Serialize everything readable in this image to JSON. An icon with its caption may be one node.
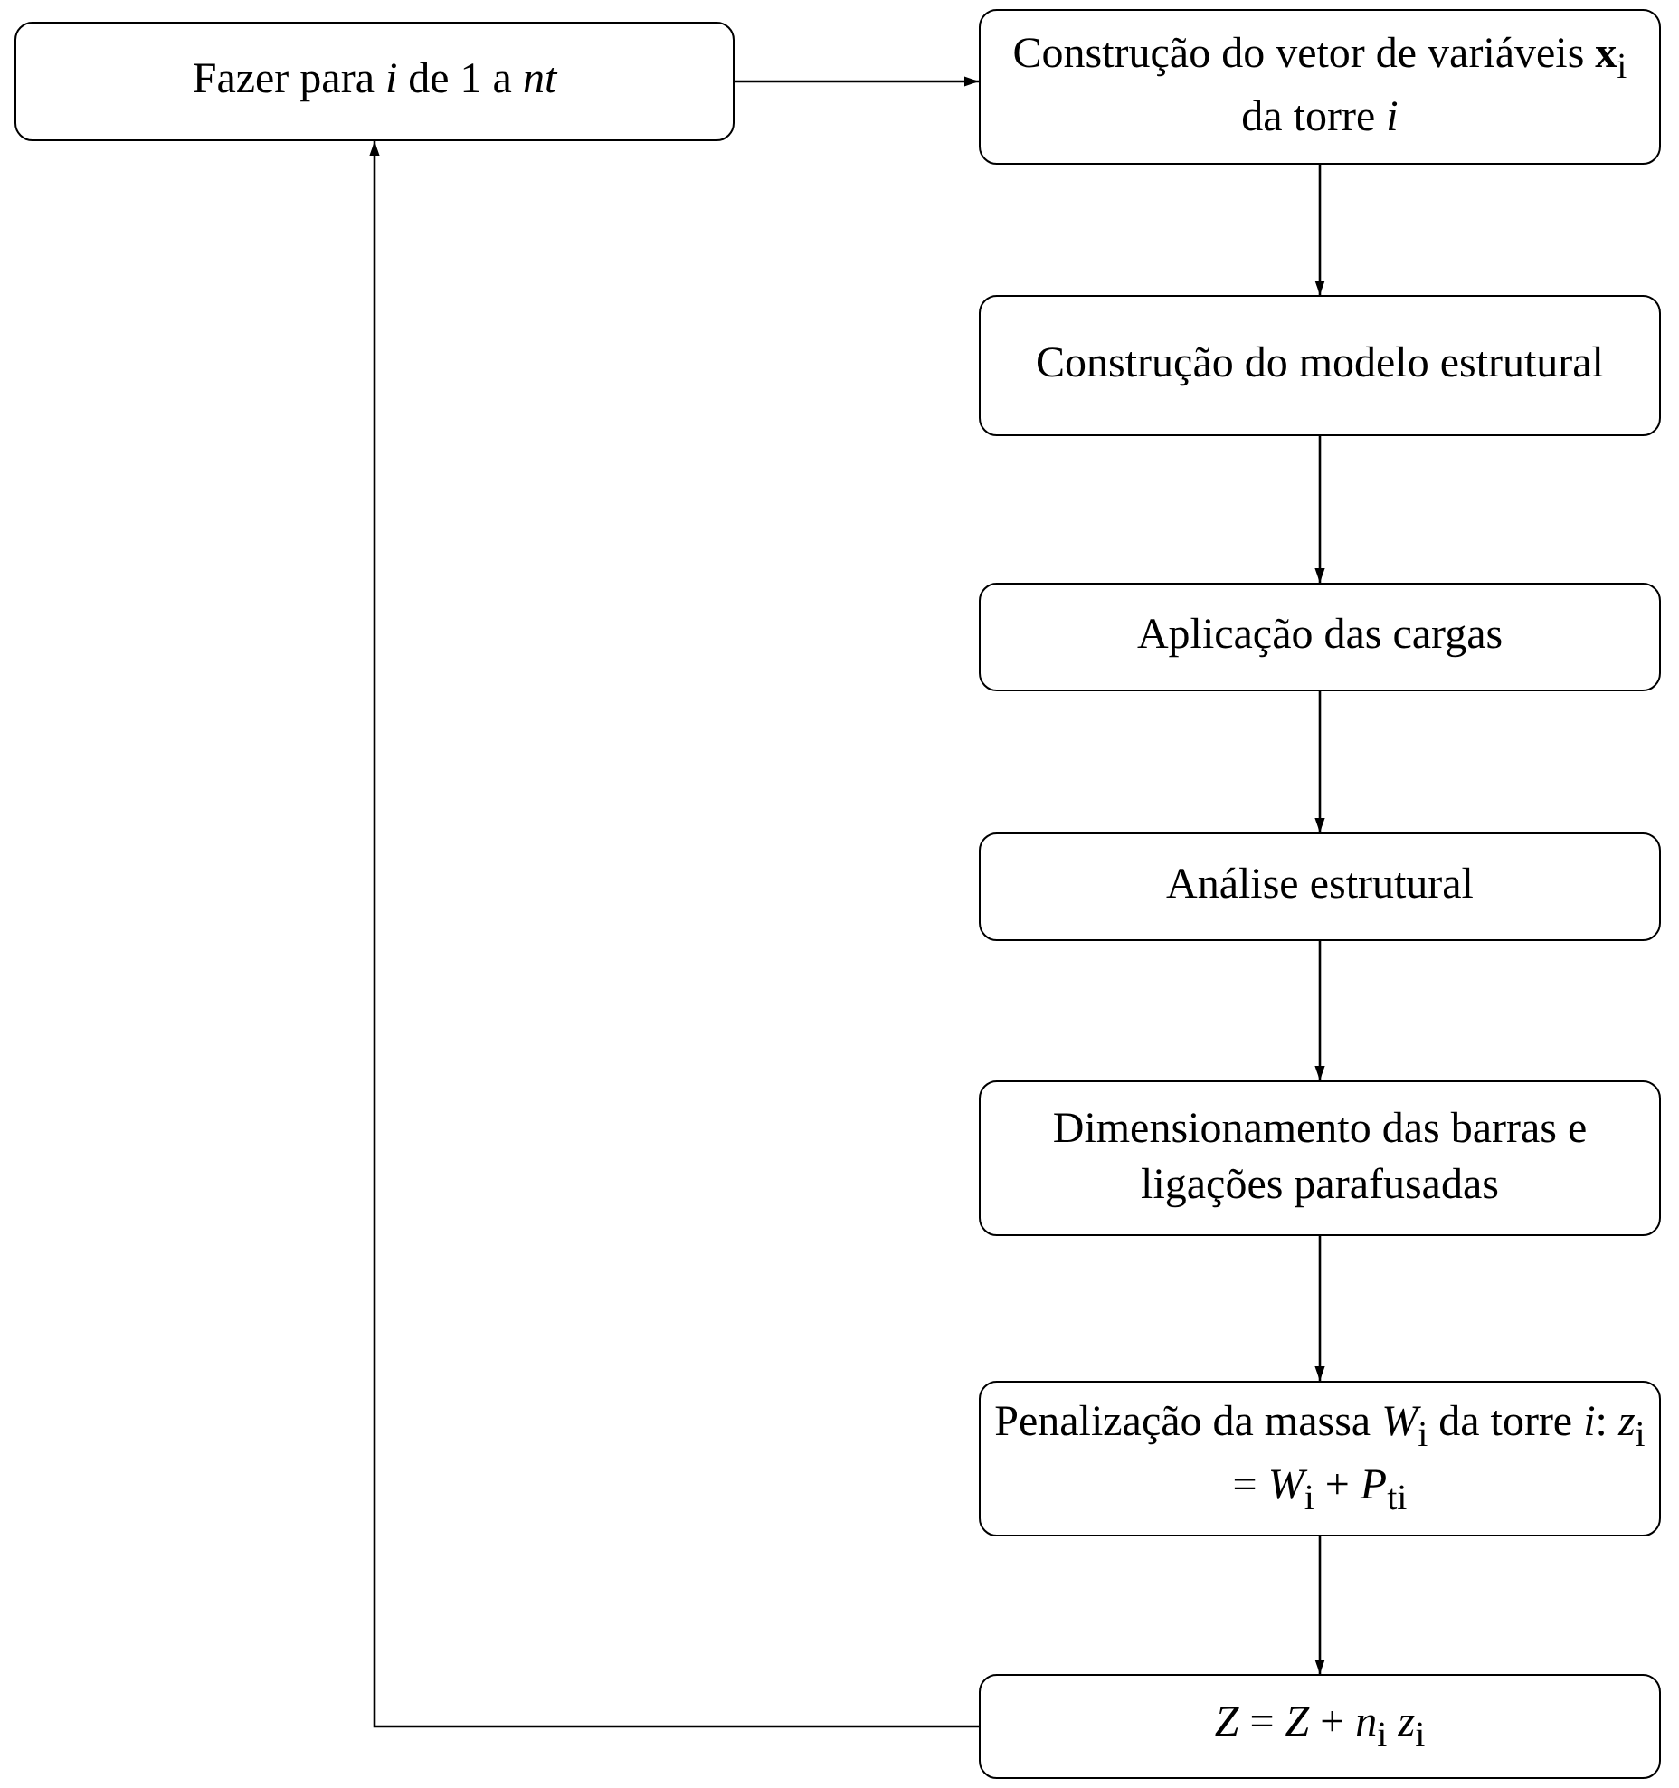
{
  "diagram": {
    "nodes": [
      {
        "text": [
          "Fazer para *i* de 1 a *nt*"
        ]
      },
      {
        "text": [
          "Construção do vetor de variáveis **x**$_{i}$ da torre *i*"
        ]
      },
      {
        "text": [
          "Construção do modelo estrutural"
        ]
      },
      {
        "text": [
          "Aplicação das cargas"
        ]
      },
      {
        "text": [
          "Análise estrutural"
        ]
      },
      {
        "text": [
          "Dimensionamento das barras e ligações parafusadas"
        ]
      },
      {
        "text": [
          "Penalização da massa *W*$_{i}$ da torre *i*: *z*$_{i}$ = *W*$_{i}$ + *P*$_{ti}$"
        ]
      },
      {
        "text": [
          "*Z* = *Z* + *n*$_{i}$ *z*$_{i}$"
        ]
      }
    ],
    "edges": [
      {
        "from": 0,
        "to": 1,
        "arrow": "to"
      },
      {
        "from": 1,
        "to": 2,
        "arrow": "to"
      },
      {
        "from": 2,
        "to": 3,
        "arrow": "to"
      },
      {
        "from": 3,
        "to": 4,
        "arrow": "to"
      },
      {
        "from": 4,
        "to": 5,
        "arrow": "to"
      },
      {
        "from": 5,
        "to": 6,
        "arrow": "to"
      },
      {
        "from": 6,
        "to": 7,
        "arrow": "to"
      },
      {
        "from": 7,
        "to": 0,
        "arrow": "to"
      }
    ]
  }
}
